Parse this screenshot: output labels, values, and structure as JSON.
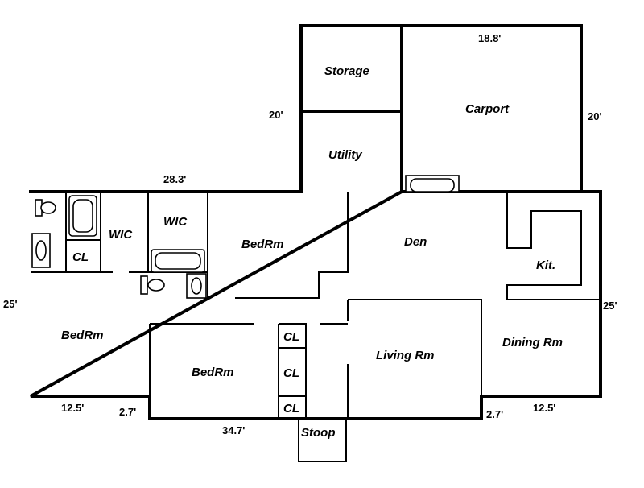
{
  "rooms": {
    "storage": "Storage",
    "carport": "Carport",
    "utility": "Utility",
    "wic_left": "WIC",
    "wic_right": "WIC",
    "bedroom_center": "BedRm",
    "den": "Den",
    "kitchen": "Kit.",
    "bedroom_left": "BedRm",
    "bedroom_bottom": "BedRm",
    "living_room": "Living Rm",
    "dining_room": "Dining Rm",
    "stoop": "Stoop",
    "closet_bath": "CL",
    "closet_1": "CL",
    "closet_2": "CL",
    "closet_3": "CL"
  },
  "dimensions": {
    "carport_width": "18.8'",
    "storage_depth": "20'",
    "carport_depth": "20'",
    "top_left_width": "28.3'",
    "left_depth": "25'",
    "right_depth": "25'",
    "bottom_left_width": "12.5'",
    "bottom_left_offset": "2.7'",
    "bottom_center_width": "34.7'",
    "bottom_right_offset": "2.7'",
    "bottom_right_width": "12.5'"
  }
}
